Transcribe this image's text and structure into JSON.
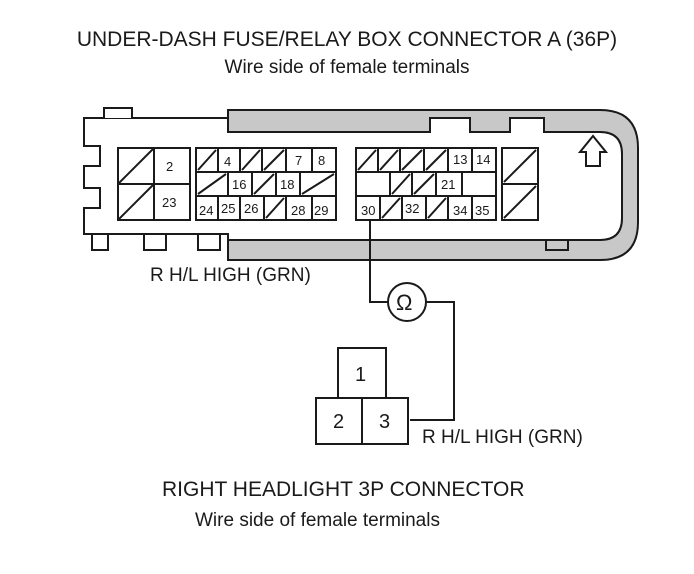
{
  "connector_a": {
    "title": "UNDER-DASH FUSE/RELAY BOX CONNECTOR A (36P)",
    "subtitle": "Wire side of female terminals",
    "terminals": {
      "t2": "2",
      "t23": "23",
      "t4": "4",
      "t7": "7",
      "t8": "8",
      "t16": "16",
      "t18": "18",
      "t24": "24",
      "t25": "25",
      "t26": "26",
      "t28": "28",
      "t29": "29",
      "t30": "30",
      "t32": "32",
      "t13": "13",
      "t14": "14",
      "t21": "21",
      "t34": "34",
      "t35": "35"
    },
    "lock_arrow_icon": "up-arrow-icon"
  },
  "wire_label_a": "R H/L HIGH (GRN)",
  "meter_symbol": "Ω",
  "connector_b": {
    "title": "RIGHT HEADLIGHT 3P CONNECTOR",
    "subtitle": "Wire side of female terminals",
    "terminals": {
      "t1": "1",
      "t2": "2",
      "t3": "3"
    }
  },
  "wire_label_b": "R H/L HIGH (GRN)",
  "colors": {
    "line": "#1a1a1a",
    "housing_fill": "#c8c8c8",
    "background": "#ffffff"
  }
}
